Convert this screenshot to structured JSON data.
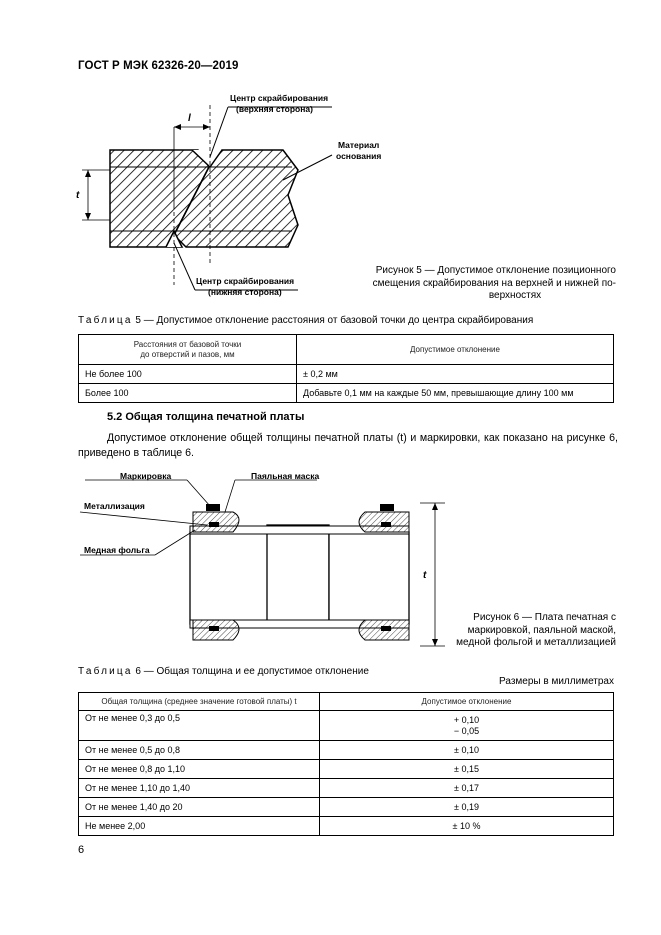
{
  "header": {
    "standard": "ГОСТ Р МЭК 62326-20—2019"
  },
  "figure5": {
    "label_top_1": "Центр скрайбирования",
    "label_top_2": "(верхняя сторона)",
    "label_bottom_1": "Центр скрайбирования",
    "label_bottom_2": "(нижняя сторона)",
    "label_material_1": "Материал",
    "label_material_2": "основания",
    "dim_l": "l",
    "dim_t": "t",
    "caption_line1": "Рисунок 5 — Допустимое отклонение позиционного",
    "caption_line2": "смещения скрайбирования на верхней и нижней по-",
    "caption_line3": "верхностях"
  },
  "table5": {
    "title_prefix": "Таблица",
    "title_rest": " 5 — Допустимое отклонение расстояния от базовой точки до центра скрайбирования",
    "header": [
      "Расстояния от базовой точки",
      "до отверстий и пазов, мм",
      "Допустимое отклонение"
    ],
    "rows": [
      [
        "Не более 100",
        "± 0,2 мм"
      ],
      [
        "Более 100",
        "Добавьте 0,1 мм на каждые 50 мм, превышающие длину 100 мм"
      ]
    ]
  },
  "section": {
    "heading": "5.2 Общая толщина печатной платы"
  },
  "paragraph": {
    "text": "Допустимое отклонение общей толщины печатной платы (t) и маркировки, как показано на рисунке 6, приведено в таблице 6."
  },
  "figure6": {
    "label_marking": "Маркировка",
    "label_mask": "Паяльная маска",
    "label_plating": "Металлизация",
    "label_copper": "Медная фольга",
    "dim_t": "t",
    "caption_line1": "Рисунок 6 — Плата печатная с",
    "caption_line2": "маркировкой, паяльной маской,",
    "caption_line3": "медной фольгой и металлизацией"
  },
  "table6": {
    "title_prefix": "Таблица",
    "title_rest": " 6 — Общая толщина и ее допустимое отклонение",
    "units": "Размеры в миллиметрах",
    "header": [
      "Общая толщина (среднее значение готовой платы) t",
      "Допустимое отклонение"
    ],
    "rows": [
      [
        "От не менее 0,3 до 0,5",
        "+ 0,10",
        "− 0,05"
      ],
      [
        "От не менее 0,5 до 0,8",
        "± 0,10"
      ],
      [
        "От не менее 0,8 до 1,10",
        "± 0,15"
      ],
      [
        "От не менее 1,10 до 1,40",
        "± 0,17"
      ],
      [
        "От не менее 1,40 до 20",
        "± 0,19"
      ],
      [
        "Не менее 2,00",
        "± 10 %"
      ]
    ]
  },
  "page": {
    "number": "6"
  }
}
